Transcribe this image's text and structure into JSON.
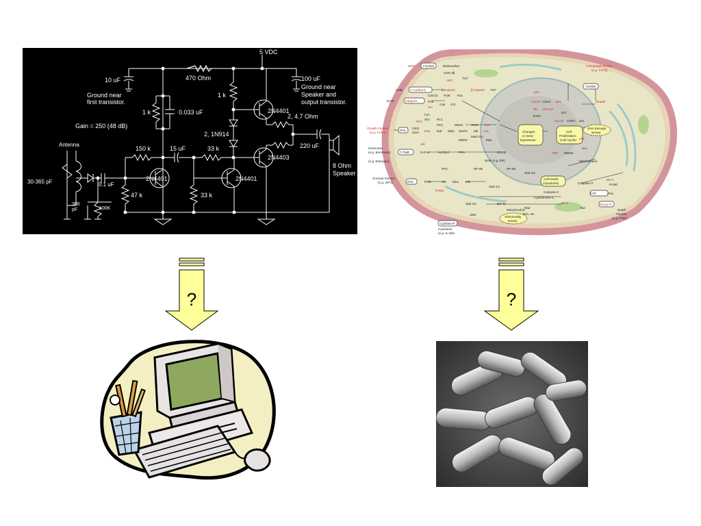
{
  "circuit": {
    "labels": {
      "supply": "5 VDC",
      "r470": "470 Ohm",
      "c10": "10 uF",
      "note1a": "Ground near",
      "note1b": "first transistor.",
      "r1k_a": "1 k",
      "r1k_b": "1 k",
      "c033": "0.033 uF",
      "gain": "Gain = 250 (48 dB)",
      "c100": "100 uF",
      "note2a": "Ground near",
      "note2b": "Speaker and",
      "note2c": "output transistor.",
      "q2": "2N4401",
      "r47": "2, 4.7 Ohm",
      "diodes": "2, 1N914",
      "antenna": "Antenna",
      "r150": "150 k",
      "c15": "15 uF",
      "r33a": "33 k",
      "q3": "2N4403",
      "c220": "220 uF",
      "speaker1": "8 Ohm",
      "speaker2": "Speaker",
      "ctune": "30-365 pF",
      "c01": "0.1 uF",
      "q1": "2N4401",
      "q4": "2N4401",
      "r47k": "47 k",
      "r33b": "33 k",
      "c300a": "300",
      "c300b": "pF",
      "r100k": "100K"
    }
  },
  "cell": {
    "labels": {
      "wnt": "WNT",
      "frizzled": "Frizzled",
      "dishevelled": "Dishevelled",
      "gsk": "GSK-3β",
      "apc": "APC",
      "cells": "Cells",
      "ecad": "E-Cadherin",
      "bcat": "β-Catenin",
      "bcat2": "β-Catenin",
      "tcf": "TCF",
      "tcf2": "TCF",
      "ecm": "ECM",
      "integrins": "Integrins",
      "cdc42": "CdC42",
      "pi3k": "PI3K",
      "rac": "Rac",
      "fak": "FAK",
      "src": "Src",
      "cas": "Cas",
      "crk": "Crk",
      "fyn": "Fyn",
      "shc": "Shc",
      "nf1": "NF1",
      "pkc": "PKC",
      "plc": "PLC",
      "mkks": "MKKs",
      "jnks": "JNKs",
      "jun": "Jun",
      "gf": "Growth Factors",
      "gf_eg": "(e.g. TGFα)",
      "rtk": "RTK",
      "grb2": "Grb2",
      "sos": "SOS",
      "ras": "Ras",
      "raf": "Raf",
      "mek": "MEK",
      "mapk": "MAPK",
      "elk": "Elk",
      "fos": "Fos",
      "myc": "Myc",
      "mad": "Mad",
      "max": "Max",
      "mekk": "MEKK",
      "akt": "Akt",
      "hormones": "Hormones",
      "hormones_eg": "(e.g. Bombesin)",
      "gpcr": "7-TMR",
      "gprot": "G-Prot",
      "adcycl": "Ad Cycl",
      "pka": "PKA",
      "creb": "CREB",
      "estrogen": "(e.g. Estrogen)",
      "nhr": "NHR (e.g. ER)",
      "survival": "Survival Factors",
      "survival_eg": "(e.g. IGF1)",
      "rtk2": "RTK",
      "pi3k2": "PI3K",
      "akt2": "Akt",
      "akku": "Akku",
      "ikb": "IκB",
      "nfkb": "NF-κB",
      "nfkb2": "NF-κB",
      "pten": "PTEN",
      "stat35a": "Stat 3,5",
      "stat35b": "Stat 3,5",
      "stat35c": "Stat 3,5",
      "bclxl": "Bcl XL",
      "jaks": "Jaks",
      "bad": "Bad",
      "bcl2": "Bcl 2",
      "cytoc": "Cytochrome C",
      "mito": "Mitochondria",
      "mito2": "Mitochondria",
      "bim": "Bim, etc",
      "abn1": "Abnormality",
      "abn2": "sensor",
      "cytokines": "Cytokine R",
      "cytokines_eg": "Cytokines",
      "cytokines_eg2": "(e.g. IL-3/6)",
      "anti": "Anti-growth factors",
      "anti_eg": "(e.g. TGFβ)",
      "tgfbr": "TGFβR",
      "smads": "Smads",
      "p16": "p16",
      "cycld": "Cycl D",
      "cdk4": "CDK4",
      "p15": "p15",
      "rb": "Rb",
      "hpv": "HPV E7",
      "e2fs": "E2Fs",
      "p27": "p27",
      "cycle": "Cycl E",
      "cdk2": "CDK2",
      "p21": "p21",
      "changes1": "Changes",
      "changes2": "in Gene",
      "changes3": "Expression",
      "prolif1": "Cell",
      "prolif2": "Proliferation",
      "prolif3": "(Cell Cycle)",
      "dna1": "DNA damage",
      "dna2": "sensor",
      "p53": "p53",
      "arf": "ARF",
      "mdm2": "MDM2",
      "bax": "Bax",
      "death1": "Cell Death",
      "death2": "(Apoptosis)",
      "casp9": "Caspase 9",
      "casp8": "Caspase 8",
      "fadd": "FADD",
      "fap": "FAP",
      "fas": "Fas",
      "decoy": "Decoy R",
      "deathf1": "Death",
      "deathf2": "Factors",
      "deathf3": "(e.g. FasL)",
      "bcl2b": "Bcl 2",
      "bid": "Bid"
    }
  },
  "arrows": {
    "left_label": "?",
    "right_label": "?",
    "fill": "#ffff99"
  },
  "images": {
    "computer_icon": "computer-clipart-icon",
    "bacteria_photo": "bacteria-micrograph"
  }
}
